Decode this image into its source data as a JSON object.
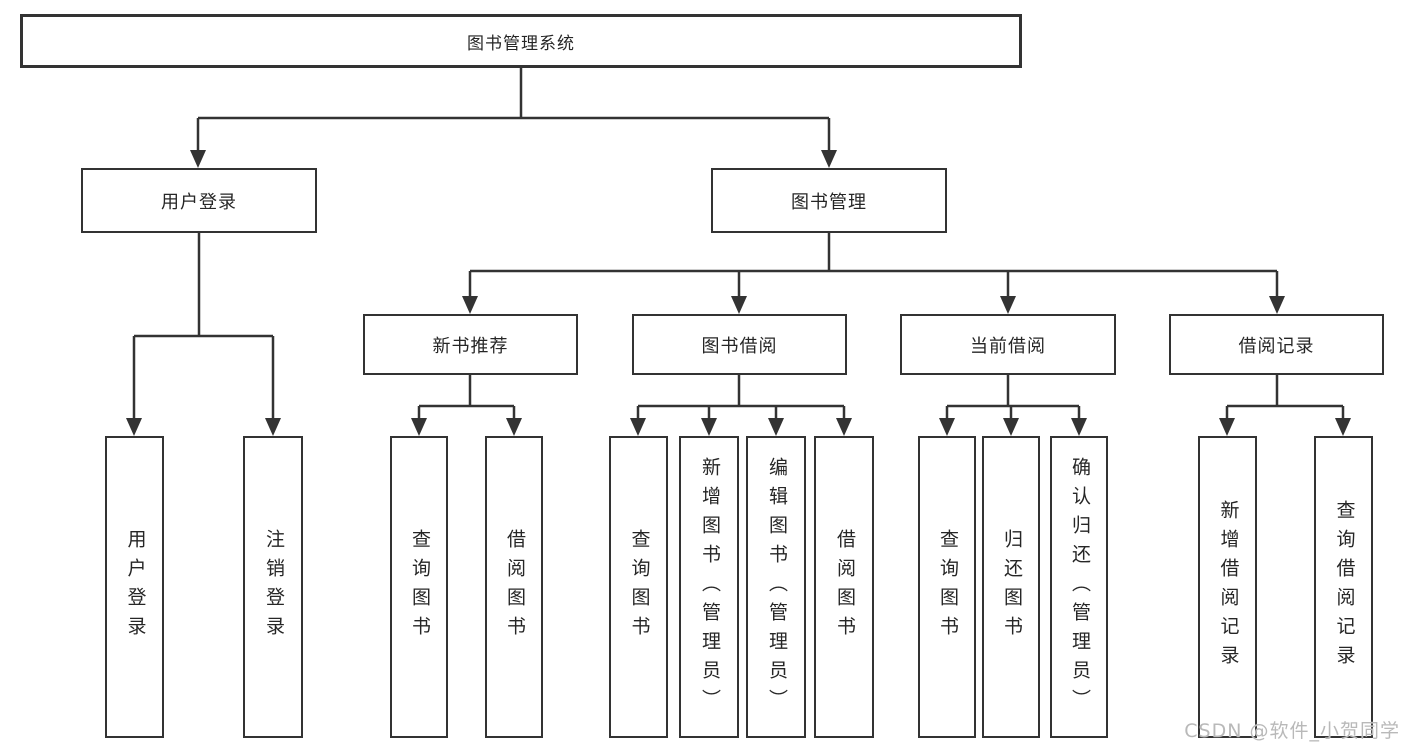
{
  "tree": {
    "label": "图书管理系统",
    "children": [
      {
        "label": "用户登录",
        "children": [
          {
            "label": "用户登录"
          },
          {
            "label": "注销登录"
          }
        ]
      },
      {
        "label": "图书管理",
        "children": [
          {
            "label": "新书推荐",
            "children": [
              {
                "label": "查询图书"
              },
              {
                "label": "借阅图书"
              }
            ]
          },
          {
            "label": "图书借阅",
            "children": [
              {
                "label": "查询图书"
              },
              {
                "label": "新增图书（管理员）"
              },
              {
                "label": "编辑图书（管理员）"
              },
              {
                "label": "借阅图书"
              }
            ]
          },
          {
            "label": "当前借阅",
            "children": [
              {
                "label": "查询图书"
              },
              {
                "label": "归还图书"
              },
              {
                "label": "确认归还（管理员）"
              }
            ]
          },
          {
            "label": "借阅记录",
            "children": [
              {
                "label": "新增借阅记录"
              },
              {
                "label": "查询借阅记录"
              }
            ]
          }
        ]
      }
    ]
  },
  "watermark": {
    "text": "CSDN @软件_小贺同学"
  },
  "colors": {
    "line": "#333333",
    "box_border": "#333333",
    "box_fill": "#ffffff",
    "text": "#262626",
    "watermark": "#b9b9b9"
  }
}
